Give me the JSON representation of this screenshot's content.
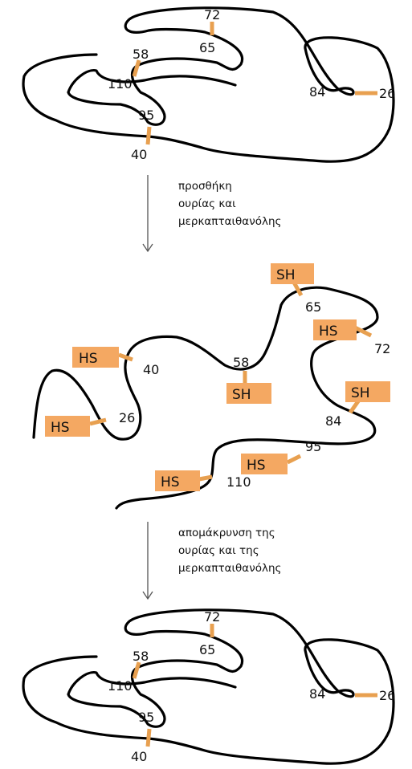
{
  "colors": {
    "chain": "#000000",
    "disulfide_bond": "#E8A050",
    "sh_group_fill": "#F4A862",
    "arrow": "#555555"
  },
  "native_top": {
    "residues": {
      "r72": "72",
      "r65": "65",
      "r58": "58",
      "r110": "110",
      "r84": "84",
      "r26": "26",
      "r95": "95",
      "r40": "40"
    }
  },
  "step1": {
    "lines": [
      "προσθήκη",
      "ουρίας και",
      "μερκαπταιθανόλης"
    ]
  },
  "denatured": {
    "residues": {
      "r65": "65",
      "r72": "72",
      "r40": "40",
      "r58": "58",
      "r26": "26",
      "r84": "84",
      "r95": "95",
      "r110": "110"
    },
    "groups": {
      "sh65": "SH",
      "hs72": "HS",
      "hs40": "HS",
      "sh58": "SH",
      "sh84": "SH",
      "hs26": "HS",
      "hs95": "HS",
      "hs110": "HS"
    }
  },
  "step2": {
    "lines": [
      "απομάκρυνση της",
      "ουρίας και της",
      "μερκαπταιθανόλης"
    ]
  },
  "native_bottom": {
    "residues": {
      "r72": "72",
      "r65": "65",
      "r58": "58",
      "r110": "110",
      "r84": "84",
      "r26": "26",
      "r95": "95",
      "r40": "40"
    }
  }
}
